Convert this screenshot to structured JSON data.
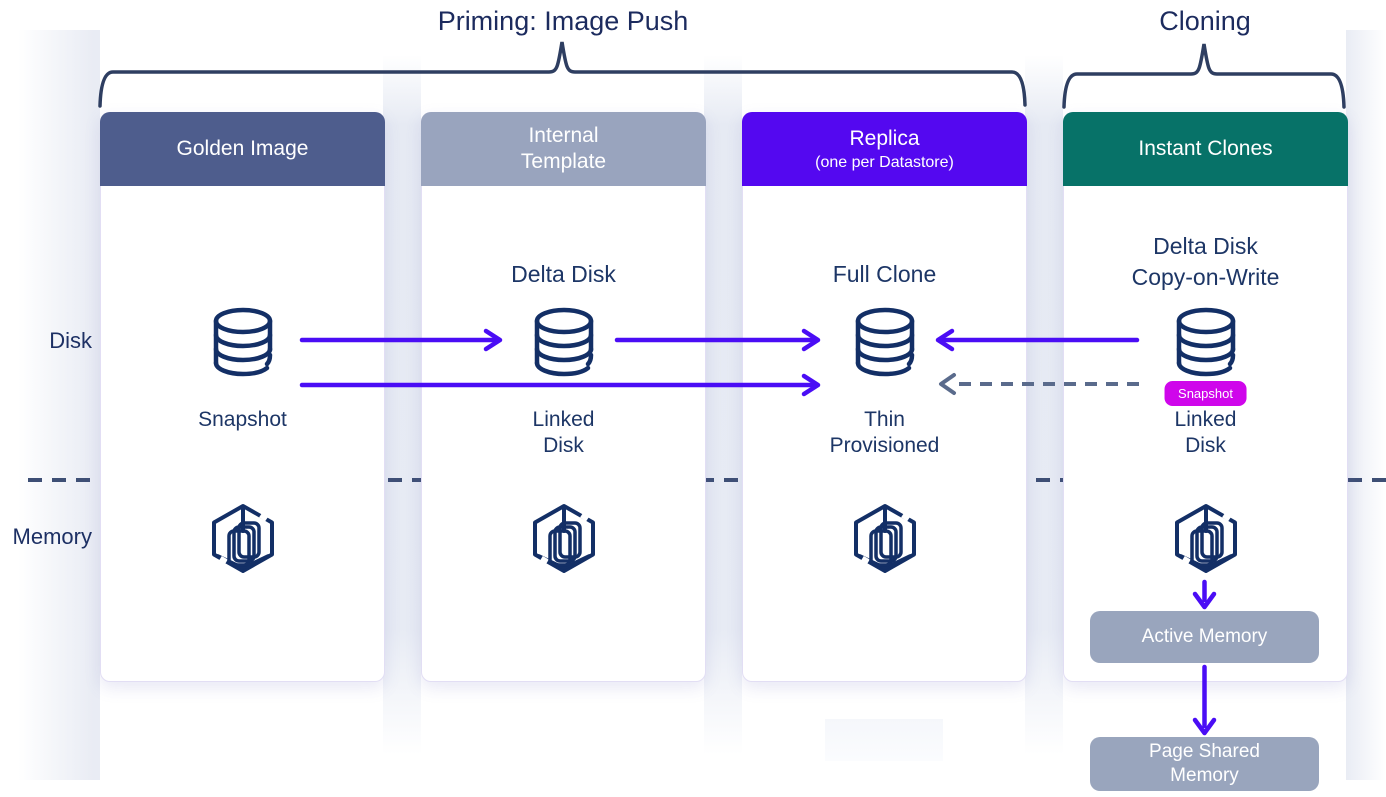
{
  "titles": {
    "priming": "Priming: Image Push",
    "cloning": "Cloning"
  },
  "row_labels": {
    "disk": "Disk",
    "memory": "Memory"
  },
  "cards": [
    {
      "header": "Golden Image",
      "caption": "Snapshot"
    },
    {
      "header": "Internal\nTemplate",
      "title": "Delta Disk",
      "caption": "Linked\nDisk"
    },
    {
      "header": "Replica",
      "subheader": "(one per Datastore)",
      "title": "Full Clone",
      "caption": "Thin\nProvisioned"
    },
    {
      "header": "Instant Clones",
      "title": "Delta Disk\nCopy-on-Write",
      "caption": "Linked\nDisk",
      "badge": "Snapshot"
    }
  ],
  "memory_flow": {
    "active": "Active Memory",
    "page_shared": "Page Shared\nMemory"
  },
  "icons": {
    "disk": "database-cylinder-icon",
    "memory": "memory-hexagon-stack-icon"
  },
  "colors": {
    "header_golden": "#4e5d8d",
    "header_internal": "#99a4be",
    "header_replica": "#5408f0",
    "header_instant": "#077268",
    "arrow": "#4a0df5",
    "dashed_arrow": "#5a6b8c",
    "separator": "#3e4f75",
    "icon": "#132f66",
    "text": "#1d3064",
    "badge": "#cf06eb",
    "memory_box": "#99a5bd"
  }
}
